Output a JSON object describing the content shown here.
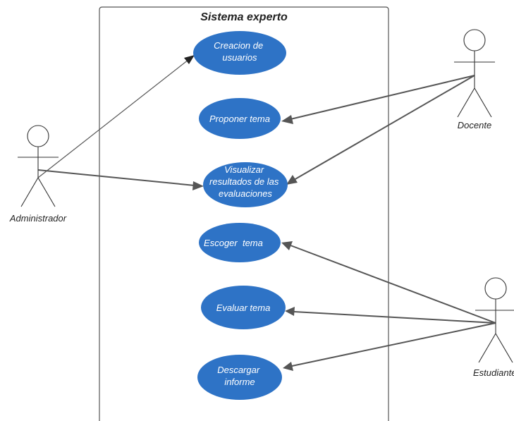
{
  "system": {
    "title": "Sistema experto"
  },
  "use_cases": [
    {
      "id": "uc1",
      "lines": [
        "Creacion de",
        "usuarios"
      ]
    },
    {
      "id": "uc2",
      "lines": [
        "Proponer tema"
      ]
    },
    {
      "id": "uc3",
      "lines": [
        "Visualizar",
        "resultados de las",
        "evaluaciones"
      ]
    },
    {
      "id": "uc4",
      "lines": [
        "Escoger  tema"
      ]
    },
    {
      "id": "uc5",
      "lines": [
        "Evaluar tema"
      ]
    },
    {
      "id": "uc6",
      "lines": [
        "Descargar",
        "informe"
      ]
    }
  ],
  "actors": [
    {
      "id": "administrador",
      "label": "Administrador"
    },
    {
      "id": "docente",
      "label": "Docente"
    },
    {
      "id": "estudiante",
      "label": "Estudiante"
    }
  ],
  "associations": [
    {
      "from": "administrador",
      "to": "uc1"
    },
    {
      "from": "administrador",
      "to": "uc3"
    },
    {
      "from": "docente",
      "to": "uc2"
    },
    {
      "from": "docente",
      "to": "uc3"
    },
    {
      "from": "estudiante",
      "to": "uc4"
    },
    {
      "from": "estudiante",
      "to": "uc5"
    },
    {
      "from": "estudiante",
      "to": "uc6"
    }
  ],
  "colors": {
    "use_case_fill": "#2e73c6",
    "line": "#555555",
    "text": "#222222",
    "boundary": "#555555"
  }
}
